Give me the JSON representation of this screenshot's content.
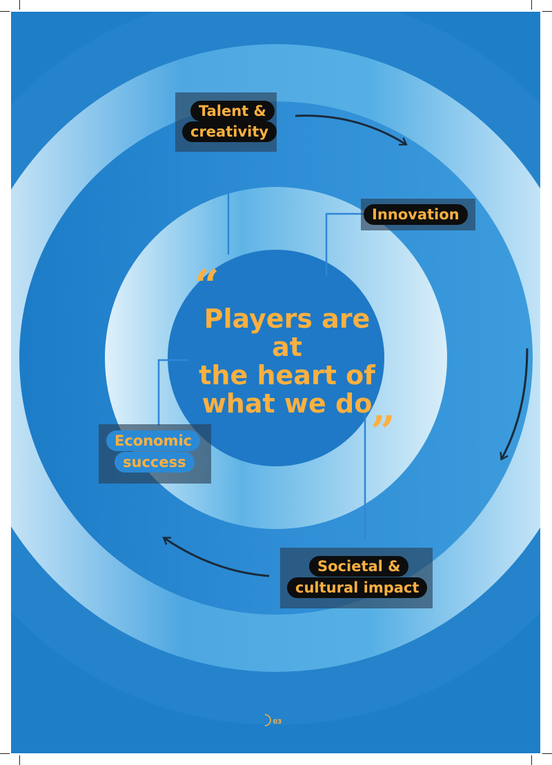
{
  "headline": {
    "open_quote": "“",
    "lines": [
      "Players are at",
      "the heart of",
      "what we do"
    ],
    "close_quote": "”"
  },
  "nodes": {
    "talent": [
      "Talent &",
      "creativity"
    ],
    "innovation": [
      "Innovation"
    ],
    "economic": [
      "Economic",
      "success"
    ],
    "societal": [
      "Societal &",
      "cultural impact"
    ]
  },
  "page_number": "03",
  "colors": {
    "background_blue": "#1e7ec8",
    "light_blue": "#e6f4fc",
    "accent_gold": "#fbb040",
    "pill_black": "#0d0d0d",
    "connector_blue": "#2f86d6"
  }
}
